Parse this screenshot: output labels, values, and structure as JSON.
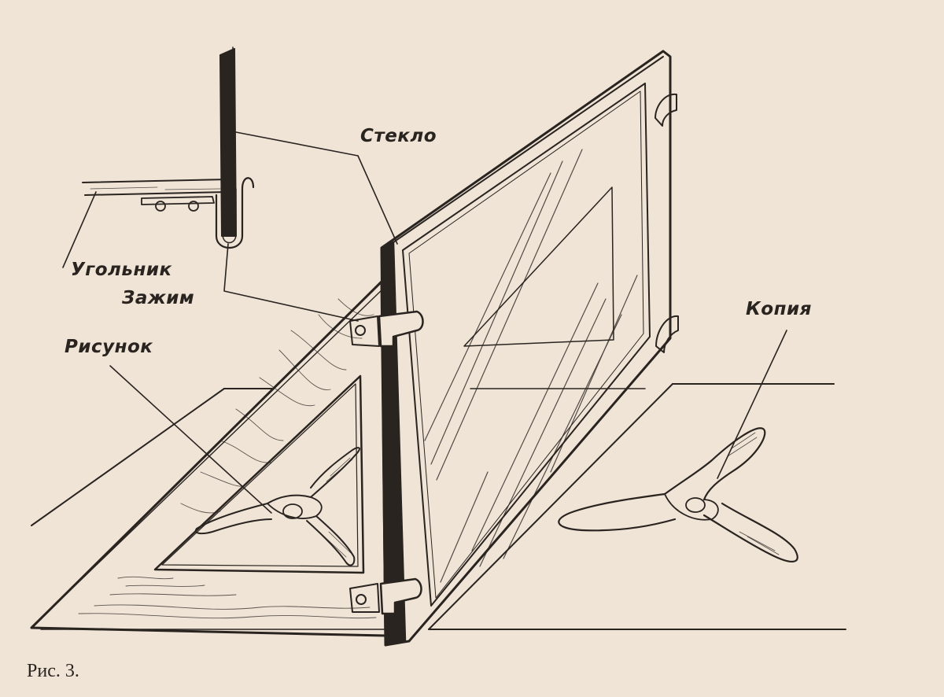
{
  "labels": {
    "glass": "Стекло",
    "angle": "Угольник",
    "clamp": "Зажим",
    "drawing": "Рисунок",
    "copy": "Копия"
  },
  "caption": "Рис. 3.",
  "colors": {
    "paper": "#efe4d6",
    "ink": "#2a2420"
  }
}
